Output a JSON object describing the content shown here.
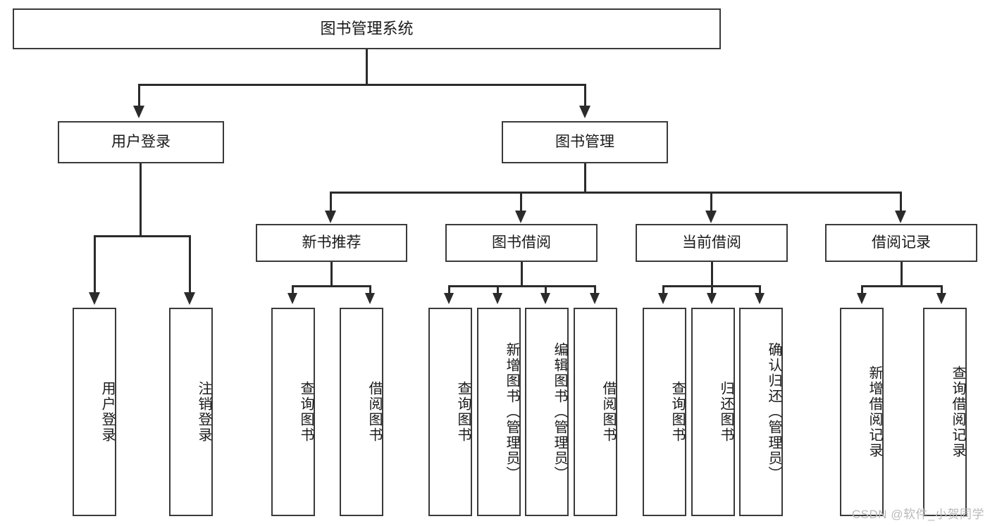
{
  "diagram": {
    "title": "图书管理系统",
    "watermark": "CSDN @软件_小贺同学"
  },
  "root": {
    "label": "图书管理系统"
  },
  "level2": [
    {
      "label": "用户登录"
    },
    {
      "label": "图书管理"
    }
  ],
  "level3": [
    {
      "label": "新书推荐"
    },
    {
      "label": "图书借阅"
    },
    {
      "label": "当前借阅"
    },
    {
      "label": "借阅记录"
    }
  ],
  "leaves": {
    "user_login": [
      {
        "label": "用户登录"
      },
      {
        "label": "注销登录"
      }
    ],
    "new_book": [
      {
        "label": "查询图书"
      },
      {
        "label": "借阅图书"
      }
    ],
    "borrow_book": [
      {
        "label": "查询图书"
      },
      {
        "label": "新增图书（管理员）"
      },
      {
        "label": "编辑图书（管理员）"
      },
      {
        "label": "借阅图书"
      }
    ],
    "current_borrow": [
      {
        "label": "查询图书"
      },
      {
        "label": "归还图书"
      },
      {
        "label": "确认归还（管理员）"
      }
    ],
    "borrow_record": [
      {
        "label": "新增借阅记录"
      },
      {
        "label": "查询借阅记录"
      }
    ]
  },
  "colors": {
    "border": "#3a3a3a",
    "connector": "#2b2b2b",
    "text": "#1a1a1a",
    "background": "#ffffff",
    "watermark": "#b9b9b9"
  }
}
